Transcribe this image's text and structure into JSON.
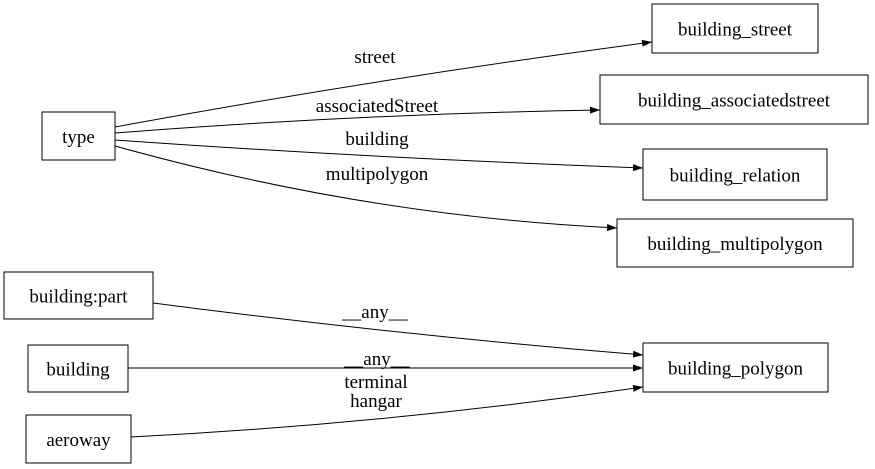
{
  "diagram": {
    "type": "graph",
    "background_color": "#ffffff",
    "line_color": "#000000",
    "nodes": {
      "type": {
        "label": "type"
      },
      "building_street": {
        "label": "building_street"
      },
      "building_associatedstreet": {
        "label": "building_associatedstreet"
      },
      "building_relation": {
        "label": "building_relation"
      },
      "building_multipolygon": {
        "label": "building_multipolygon"
      },
      "building_part": {
        "label": "building:part"
      },
      "building": {
        "label": "building"
      },
      "aeroway": {
        "label": "aeroway"
      },
      "building_polygon": {
        "label": "building_polygon"
      }
    },
    "edges": [
      {
        "from": "type",
        "to": "building_street",
        "label": "street"
      },
      {
        "from": "type",
        "to": "building_associatedstreet",
        "label": "associatedStreet"
      },
      {
        "from": "type",
        "to": "building_relation",
        "label": "building"
      },
      {
        "from": "type",
        "to": "building_multipolygon",
        "label": "multipolygon"
      },
      {
        "from": "building:part",
        "to": "building_polygon",
        "label": "__any__"
      },
      {
        "from": "building",
        "to": "building_polygon",
        "label": "__any__"
      },
      {
        "from": "aeroway",
        "to": "building_polygon",
        "label_lines": [
          "terminal",
          "hangar"
        ]
      }
    ]
  }
}
